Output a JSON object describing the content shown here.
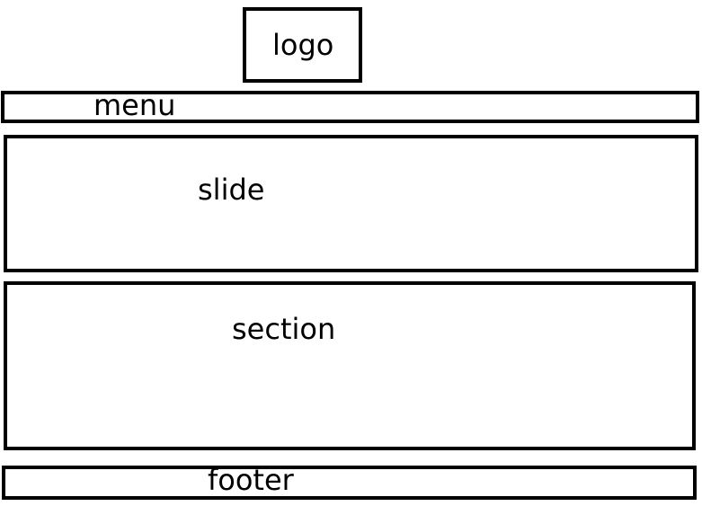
{
  "wireframe": {
    "logo": "logo",
    "menu": "menu",
    "slide": "slide",
    "section": "section",
    "footer": "footer"
  }
}
